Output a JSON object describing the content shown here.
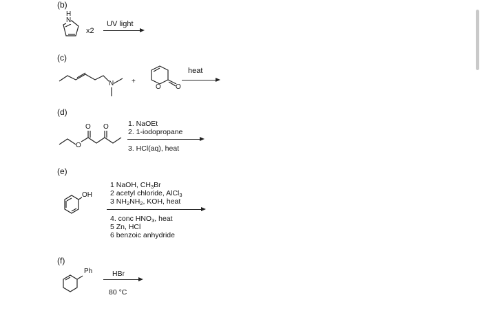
{
  "problems": [
    {
      "label": "(b)",
      "reagents": [
        "UV light"
      ],
      "multiplier": "x2",
      "atom_labels": [
        "H",
        "N"
      ]
    },
    {
      "label": "(c)",
      "reagents": [
        "heat"
      ],
      "plus": "+",
      "atom_labels": [
        "N",
        "O",
        "O"
      ]
    },
    {
      "label": "(d)",
      "reagents_above": [
        "1. NaOEt",
        "2. 1-iodopropane"
      ],
      "reagents_below": [
        "3. HCl(aq), heat"
      ],
      "atom_labels": [
        "O",
        "O",
        "O"
      ]
    },
    {
      "label": "(e)",
      "reagents_above": [
        "1 NaOH, CH3Br",
        "2 acetyl chloride, AlCl3",
        "3 NH2NH2, KOH, heat"
      ],
      "reagents_below": [
        "4. conc HNO3, heat",
        "5 Zn, HCl",
        "6 benzoic anhydride"
      ],
      "substituent": "OH"
    },
    {
      "label": "(f)",
      "reagents_above": [
        "HBr"
      ],
      "reagents_below": [
        "80 °C"
      ],
      "substituent": "Ph"
    }
  ],
  "icons": {
    "scrollbar": "scrollbar-thumb"
  }
}
